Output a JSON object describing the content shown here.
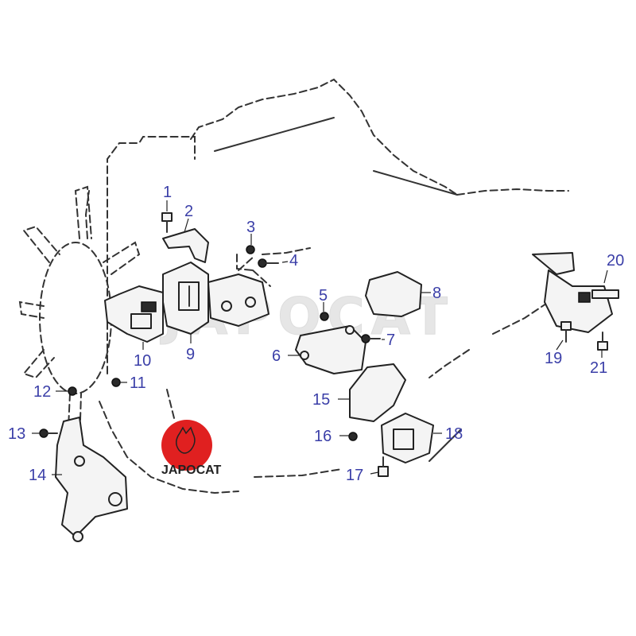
{
  "diagram": {
    "callouts": [
      {
        "id": "c1",
        "label": "1"
      },
      {
        "id": "c2",
        "label": "2"
      },
      {
        "id": "c3",
        "label": "3"
      },
      {
        "id": "c4",
        "label": "4"
      },
      {
        "id": "c5",
        "label": "5"
      },
      {
        "id": "c6",
        "label": "6"
      },
      {
        "id": "c7",
        "label": "7"
      },
      {
        "id": "c8",
        "label": "8"
      },
      {
        "id": "c9",
        "label": "9"
      },
      {
        "id": "c10",
        "label": "10"
      },
      {
        "id": "c11",
        "label": "11"
      },
      {
        "id": "c12",
        "label": "12"
      },
      {
        "id": "c13",
        "label": "13"
      },
      {
        "id": "c14",
        "label": "14"
      },
      {
        "id": "c15",
        "label": "15"
      },
      {
        "id": "c16",
        "label": "16"
      },
      {
        "id": "c17",
        "label": "17"
      },
      {
        "id": "c18",
        "label": "18"
      },
      {
        "id": "c19",
        "label": "19"
      },
      {
        "id": "c20",
        "label": "20"
      },
      {
        "id": "c21",
        "label": "21"
      }
    ],
    "callout_color": "#3b3fa8"
  },
  "watermark": {
    "text": "JAPOCAT"
  },
  "logo": {
    "text": "JAPOCAT",
    "color": "#e02020"
  }
}
